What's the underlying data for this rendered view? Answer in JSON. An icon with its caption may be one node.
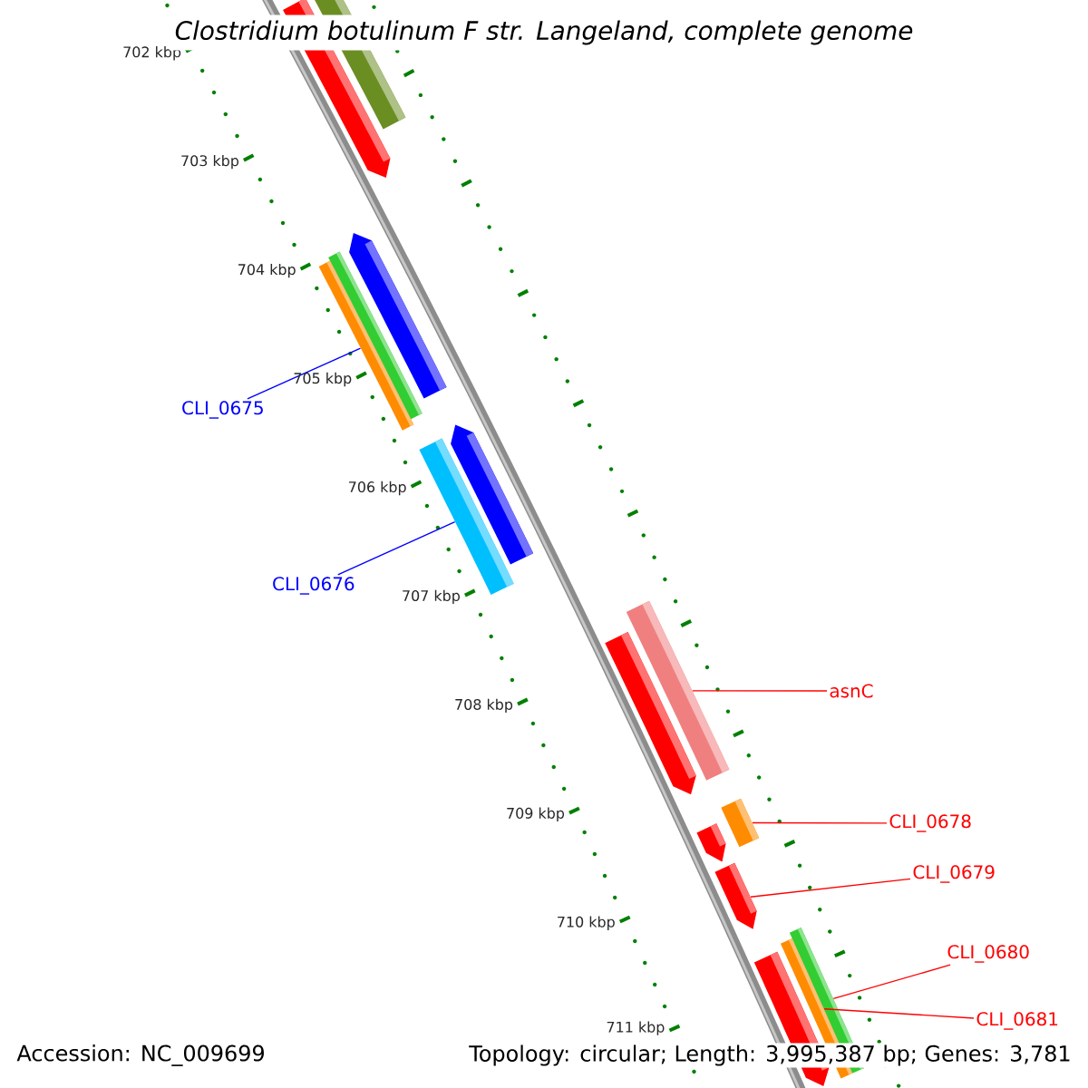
{
  "diagram": {
    "title": "Clostridium botulinum F str. Langeland, complete genome",
    "nodes": [
      {
        "text": [
          "CLI_0675"
        ]
      },
      {
        "text": [
          "CLI_0676"
        ]
      },
      {
        "text": [
          "asnC"
        ]
      },
      {
        "text": [
          "CLI_0678"
        ]
      },
      {
        "text": [
          "CLI_0679"
        ]
      },
      {
        "text": [
          "CLI_0680"
        ]
      },
      {
        "text": [
          "CLI_0681"
        ]
      },
      {
        "text": [],
        "shape": "arrow"
      },
      {
        "text": [],
        "shape": "bar"
      },
      {
        "text": [],
        "shape": "bar"
      },
      {
        "text": [],
        "shape": "bar"
      },
      {
        "text": [],
        "shape": "arrow"
      },
      {
        "text": [],
        "shape": "bar"
      },
      {
        "text": [],
        "shape": "arrow"
      },
      {
        "text": [],
        "shape": "arrow"
      },
      {
        "text": [],
        "shape": "bar"
      },
      {
        "text": [],
        "shape": "bar"
      },
      {
        "text": [],
        "shape": "arrow"
      },
      {
        "text": [],
        "shape": "arrow"
      },
      {
        "text": [],
        "shape": "arrow"
      },
      {
        "text": [],
        "shape": "bar"
      },
      {
        "text": [],
        "shape": "bar"
      }
    ],
    "edges": [
      {
        "from": 0,
        "to": 9,
        "arrow": "none",
        "color": "#0000ff"
      },
      {
        "from": 1,
        "to": 12,
        "arrow": "none",
        "color": "#0000ff"
      },
      {
        "from": 2,
        "to": 15,
        "arrow": "none"
      },
      {
        "from": 3,
        "to": 16,
        "arrow": "none"
      },
      {
        "from": 4,
        "to": 18,
        "arrow": "none"
      },
      {
        "from": 5,
        "to": 21,
        "arrow": "none"
      },
      {
        "from": 6,
        "to": 20,
        "arrow": "none"
      }
    ],
    "labels": [
      "702 kbp",
      "703 kbp",
      "704 kbp",
      "705 kbp",
      "706 kbp",
      "707 kbp",
      "708 kbp",
      "709 kbp",
      "710 kbp",
      "711 kbp",
      "Accession: NC_009699",
      "Topology: circular; Length: 3,995,387 bp; Genes: 3,781"
    ]
  }
}
